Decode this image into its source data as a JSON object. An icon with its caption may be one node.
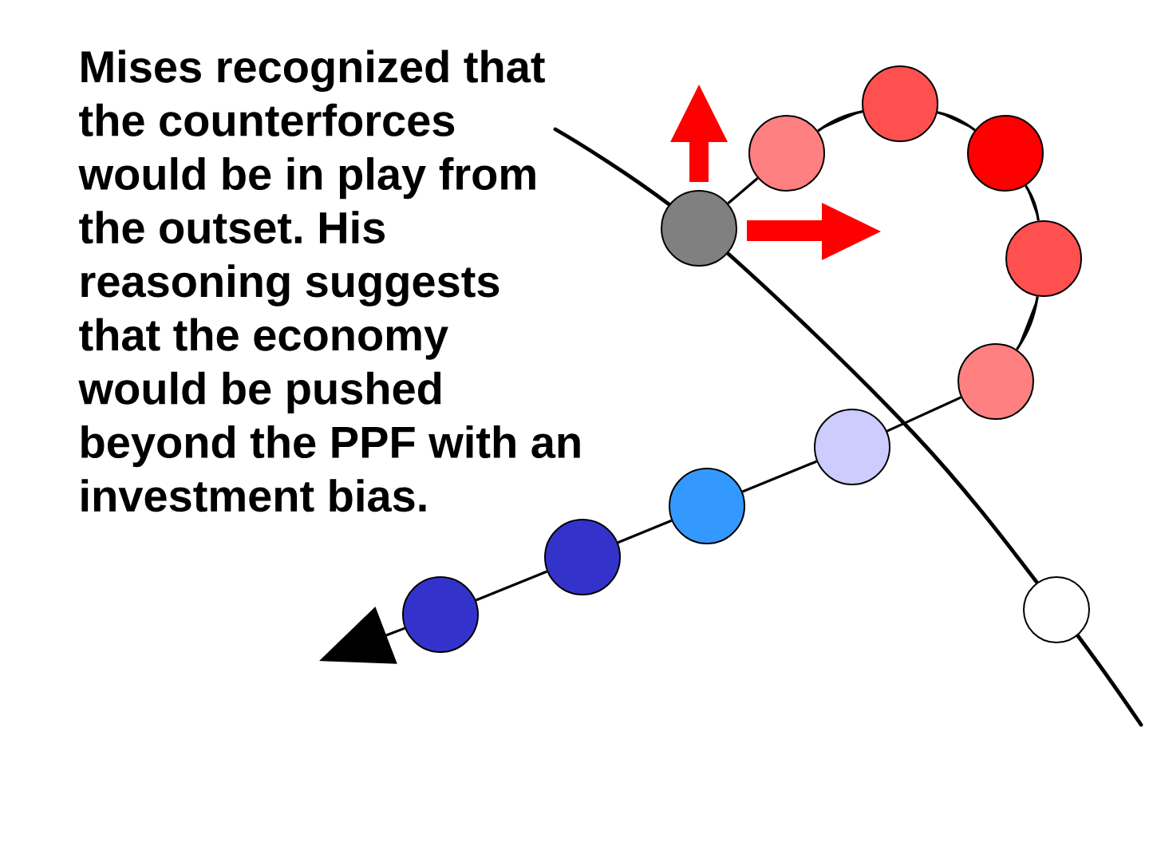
{
  "diagram": {
    "nodes": [
      {
        "text": [],
        "shape": "circle"
      },
      {
        "text": [],
        "shape": "circle"
      },
      {
        "text": [],
        "shape": "circle"
      },
      {
        "text": [],
        "shape": "circle"
      },
      {
        "text": [],
        "shape": "circle"
      },
      {
        "text": [],
        "shape": "circle"
      },
      {
        "text": [],
        "shape": "circle"
      },
      {
        "text": [],
        "shape": "circle"
      },
      {
        "text": [],
        "shape": "circle"
      },
      {
        "text": [],
        "shape": "circle"
      },
      {
        "text": [],
        "shape": "circle"
      }
    ],
    "edges": [
      {
        "from": 0,
        "to": 1,
        "arrow": "none"
      },
      {
        "from": 1,
        "to": 2,
        "arrow": "none"
      },
      {
        "from": 2,
        "to": 3,
        "arrow": "none"
      },
      {
        "from": 3,
        "to": 4,
        "arrow": "none"
      },
      {
        "from": 4,
        "to": 5,
        "arrow": "none"
      },
      {
        "from": 5,
        "to": 6,
        "arrow": "none"
      },
      {
        "from": 6,
        "to": 7,
        "arrow": "none"
      },
      {
        "from": 7,
        "to": 8,
        "arrow": "none"
      },
      {
        "from": 8,
        "to": 9,
        "arrow": "none"
      },
      {
        "from": 9,
        "to": null,
        "arrow": "to"
      }
    ],
    "labels": [
      "Mises recognized that the counterforces would be in play from the outset. His reasoning suggests that the economy would be pushed beyond the PPF with an investment bias."
    ]
  }
}
